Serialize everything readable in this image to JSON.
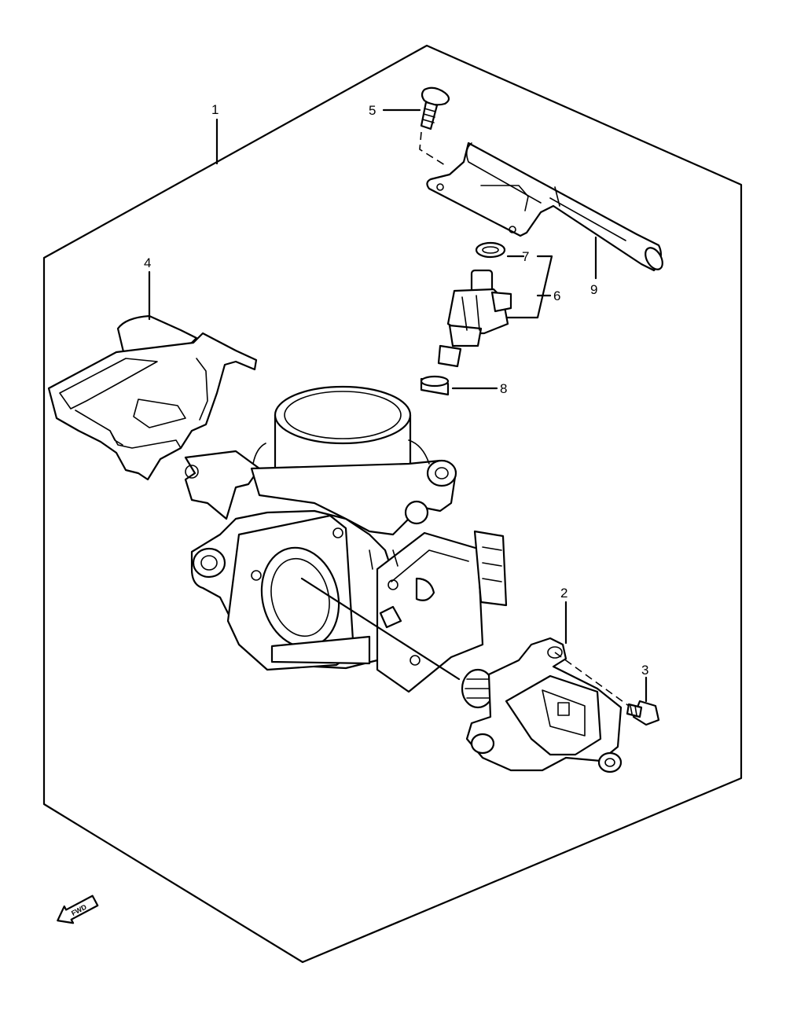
{
  "callouts": {
    "c1": "1",
    "c2": "2",
    "c3": "3",
    "c4": "4",
    "c5": "5",
    "c6": "6",
    "c7": "7",
    "c8": "8",
    "c9": "9"
  },
  "fwd_label": "FWD"
}
